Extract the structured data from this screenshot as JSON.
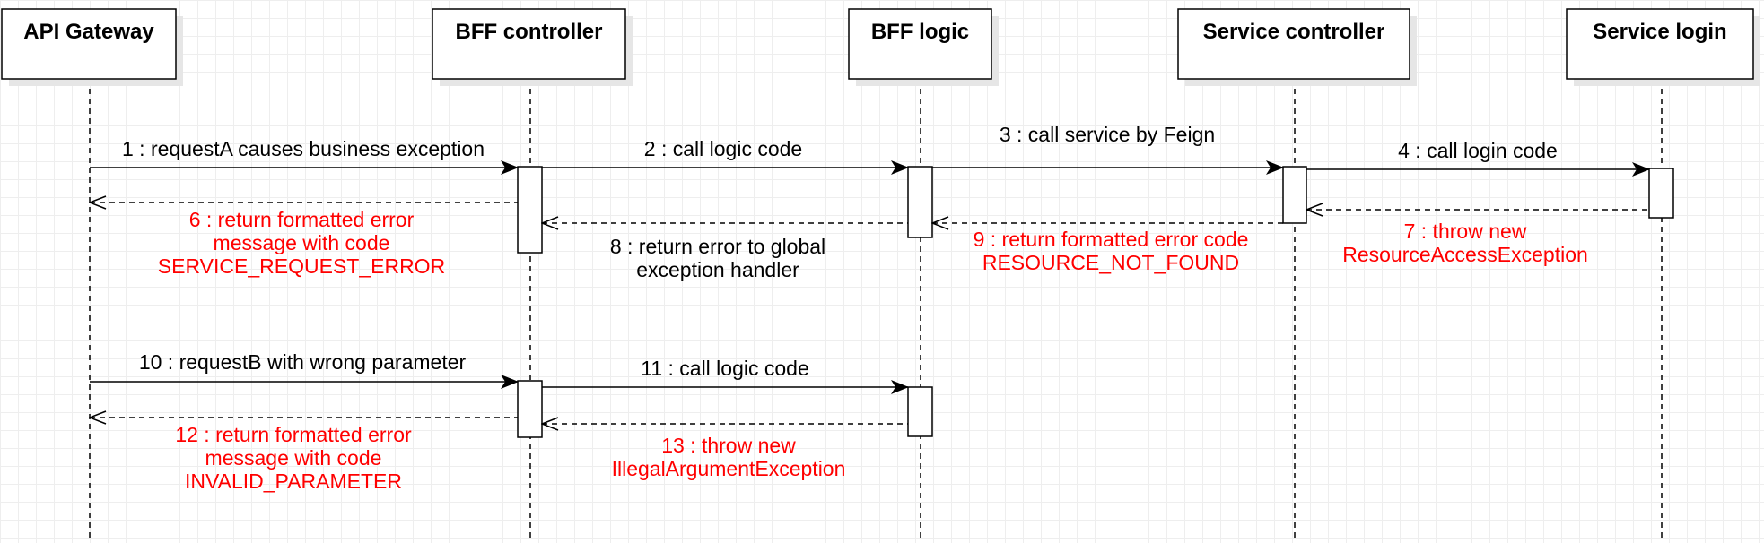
{
  "participants": [
    {
      "id": "api-gateway",
      "label": "API Gateway"
    },
    {
      "id": "bff-controller",
      "label": "BFF controller"
    },
    {
      "id": "bff-logic",
      "label": "BFF logic"
    },
    {
      "id": "service-controller",
      "label": "Service controller"
    },
    {
      "id": "service-login",
      "label": "Service login"
    }
  ],
  "messages": [
    {
      "id": "m1",
      "lines": [
        "1 : requestA causes business exception"
      ],
      "kind": "sync",
      "color": "#000000"
    },
    {
      "id": "m2",
      "lines": [
        "2 : call logic code"
      ],
      "kind": "sync",
      "color": "#000000"
    },
    {
      "id": "m3",
      "lines": [
        "3 : call service by Feign"
      ],
      "kind": "sync",
      "color": "#000000"
    },
    {
      "id": "m4",
      "lines": [
        "4 : call login code"
      ],
      "kind": "sync",
      "color": "#000000"
    },
    {
      "id": "m7",
      "lines": [
        "7 : throw new",
        "ResourceAccessException"
      ],
      "kind": "return",
      "color": "#ff0000"
    },
    {
      "id": "m9",
      "lines": [
        "9 : return formatted error code",
        "RESOURCE_NOT_FOUND"
      ],
      "kind": "return",
      "color": "#ff0000"
    },
    {
      "id": "m8",
      "lines": [
        "8 : return error to global",
        "exception handler"
      ],
      "kind": "return",
      "color": "#000000"
    },
    {
      "id": "m6",
      "lines": [
        "6 : return formatted error",
        "message with code",
        "SERVICE_REQUEST_ERROR"
      ],
      "kind": "return",
      "color": "#ff0000"
    },
    {
      "id": "m10",
      "lines": [
        "10 : requestB with wrong parameter"
      ],
      "kind": "sync",
      "color": "#000000"
    },
    {
      "id": "m11",
      "lines": [
        "11 : call logic code"
      ],
      "kind": "sync",
      "color": "#000000"
    },
    {
      "id": "m13",
      "lines": [
        "13 : throw new",
        "IllegalArgumentException"
      ],
      "kind": "return",
      "color": "#ff0000"
    },
    {
      "id": "m12",
      "lines": [
        "12 : return formatted error",
        "message with code",
        "INVALID_PARAMETER"
      ],
      "kind": "return",
      "color": "#ff0000"
    }
  ]
}
